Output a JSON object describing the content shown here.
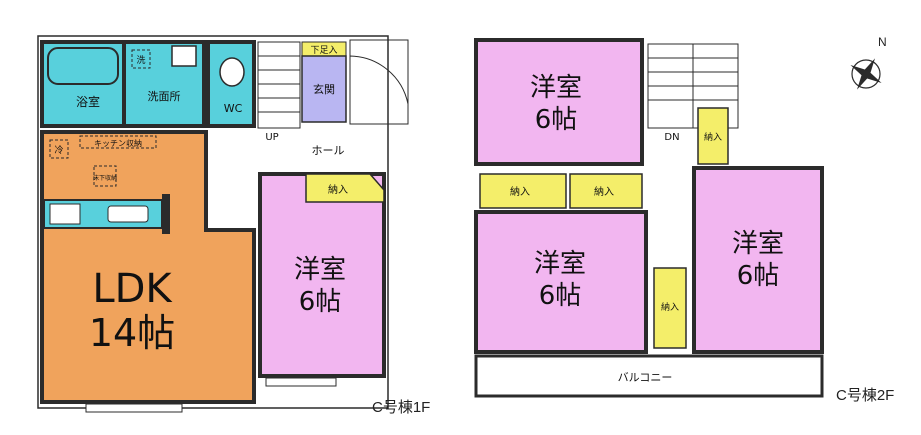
{
  "floor1": {
    "caption": "C号棟1F",
    "rooms": {
      "ldk_line1": "LDK",
      "ldk_line2": "14帖",
      "western_line1": "洋室",
      "western_line2": "6帖",
      "bath": "浴室",
      "washroom": "洗面所",
      "wc": "WC",
      "entrance": "玄関",
      "shoebox": "下足入",
      "hall": "ホール",
      "stairs_up": "UP",
      "closet": "納入",
      "kitchen_storage": "キッチン収納",
      "washer": "洗",
      "fridge": "冷",
      "storage_unit": "床下収納"
    }
  },
  "floor2": {
    "caption": "C号棟2F",
    "rooms": {
      "room_a_line1": "洋室",
      "room_a_line2": "6帖",
      "room_b_line1": "洋室",
      "room_b_line2": "6帖",
      "room_c_line1": "洋室",
      "room_c_line2": "6帖",
      "balcony": "バルコニー",
      "stairs_down": "DN",
      "closet_1": "納入",
      "closet_2": "納入",
      "closet_3": "納入",
      "closet_4": "納入"
    }
  },
  "compass": {
    "north_label": "N"
  },
  "colors": {
    "ldk": "#f0a35c",
    "western": "#f2b6f0",
    "wet": "#58d0dc",
    "entrance": "#b9b6f2",
    "closet": "#f4ee6a",
    "wall": "#2b2b2b"
  }
}
